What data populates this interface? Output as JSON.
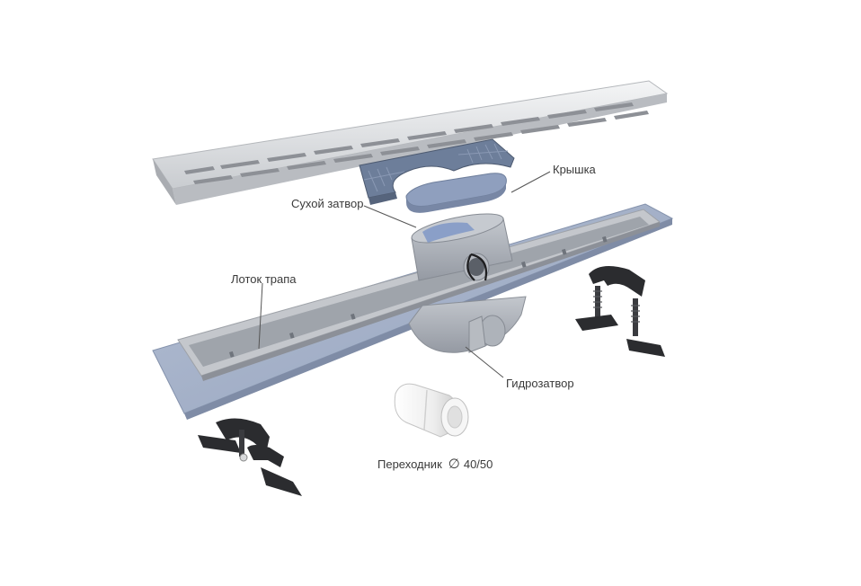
{
  "labels": {
    "lid": "Крышка",
    "dry_seal": "Сухой затвор",
    "tray": "Лоток трапа",
    "water_seal": "Гидрозатвор",
    "adapter": "Переходник",
    "diameter_symbol": "∅",
    "adapter_size": "40/50"
  },
  "colors": {
    "grate": "#dcdfe3",
    "tray_flange": "#9aa8c3",
    "tray_channel": "#b8bcc2",
    "body_plastic": "#a8adb5",
    "lid_grid": "#6d7e9a",
    "lid_plate": "#8f9fbe",
    "bracket": "#2b2c2f",
    "adapter": "#efefef",
    "label_text": "#3a3a3a",
    "leader_line": "#555555"
  }
}
